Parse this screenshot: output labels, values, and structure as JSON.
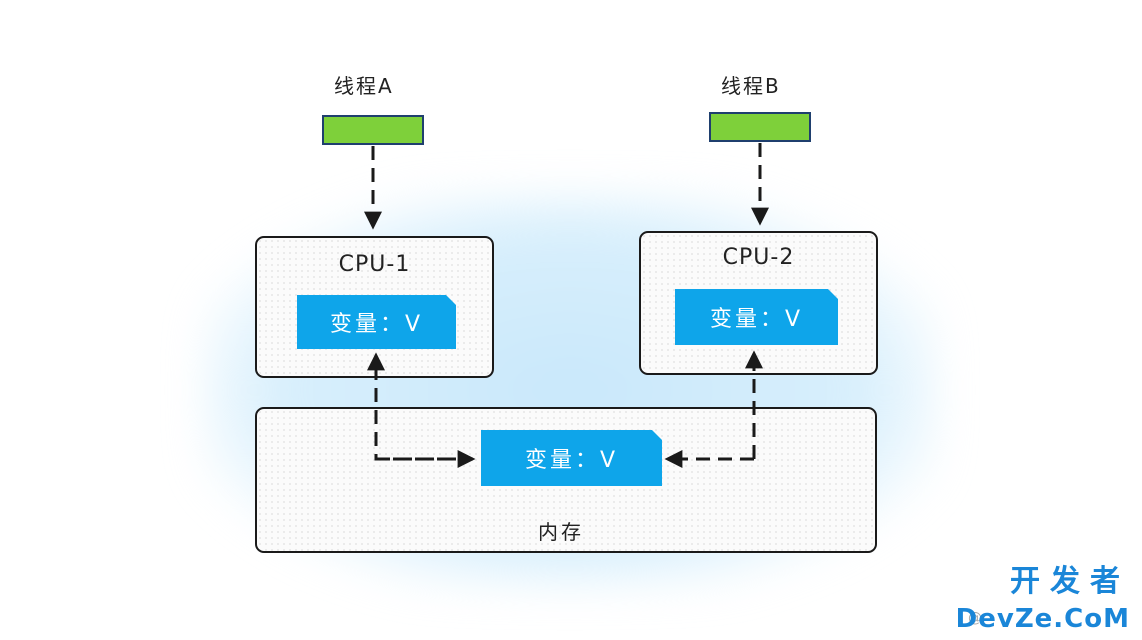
{
  "threads": [
    {
      "label": "线程A"
    },
    {
      "label": "线程B"
    }
  ],
  "cpus": [
    {
      "title": "CPU-1",
      "var": "变量：V"
    },
    {
      "title": "CPU-2",
      "var": "变量：V"
    }
  ],
  "memory": {
    "label": "内存",
    "var": "变量：V"
  },
  "watermark": {
    "top": "开发者",
    "bottom": "DevZe.CoM",
    "prefix": "@"
  },
  "colors": {
    "var": "#0ea5ea",
    "thread": "#7ed03a",
    "watermark": "#1a86d8"
  }
}
